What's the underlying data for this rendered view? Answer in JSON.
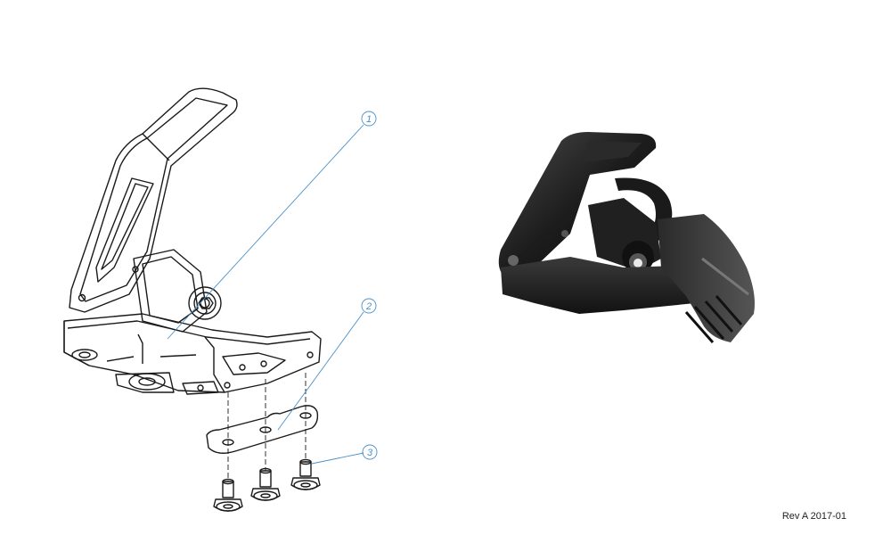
{
  "callouts": [
    {
      "number": "1"
    },
    {
      "number": "2"
    },
    {
      "number": "3"
    }
  ],
  "revision": "Rev A 2017-01",
  "colors": {
    "line_art": "#1a1a1a",
    "callout": "#4a90c8",
    "render_dark": "#1c1c1c",
    "render_mid": "#3a3a3a",
    "background": "#ffffff"
  }
}
